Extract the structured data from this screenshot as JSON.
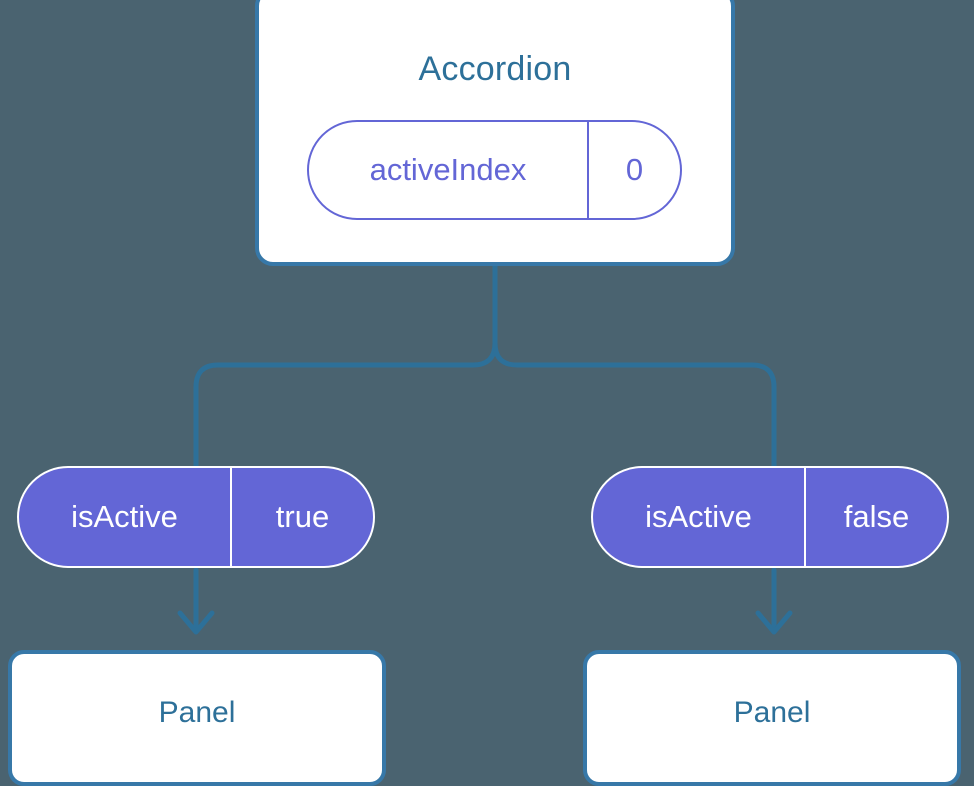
{
  "diagram": {
    "type": "component-tree",
    "background_color": "#4a6370",
    "accent_blue": "#3778a8",
    "label_blue": "#2d7099",
    "accent_purple": "#6366d6",
    "root": {
      "title": "Accordion",
      "state_pill": {
        "key": "activeIndex",
        "value": "0"
      }
    },
    "branches": [
      {
        "side": "left",
        "prop_pill": {
          "key": "isActive",
          "value": "true"
        },
        "child": {
          "title": "Panel"
        }
      },
      {
        "side": "right",
        "prop_pill": {
          "key": "isActive",
          "value": "false"
        },
        "child": {
          "title": "Panel"
        }
      }
    ]
  }
}
